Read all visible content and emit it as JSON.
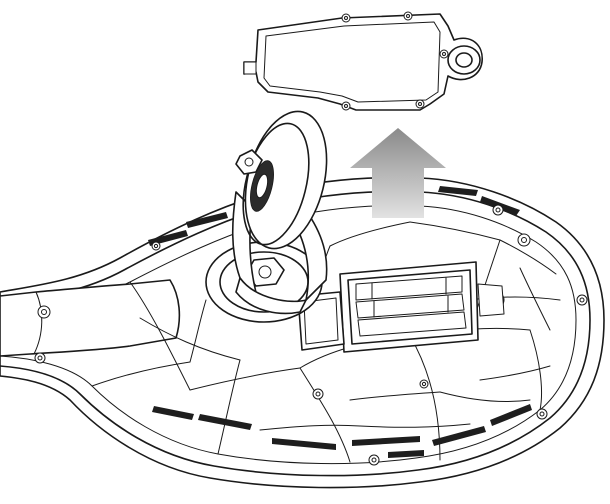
{
  "diagram": {
    "colors": {
      "line": "#1a1a1a",
      "background": "#ffffff",
      "arrow_top": "#8a8a8a",
      "arrow_bottom": "#e2e2e2"
    },
    "arrow": {
      "direction": "up"
    },
    "parts": [
      {
        "id": "battery-cover",
        "state": "removed"
      },
      {
        "id": "scooter-deck-underside"
      },
      {
        "id": "caster-wheel"
      },
      {
        "id": "battery-compartment"
      }
    ]
  }
}
